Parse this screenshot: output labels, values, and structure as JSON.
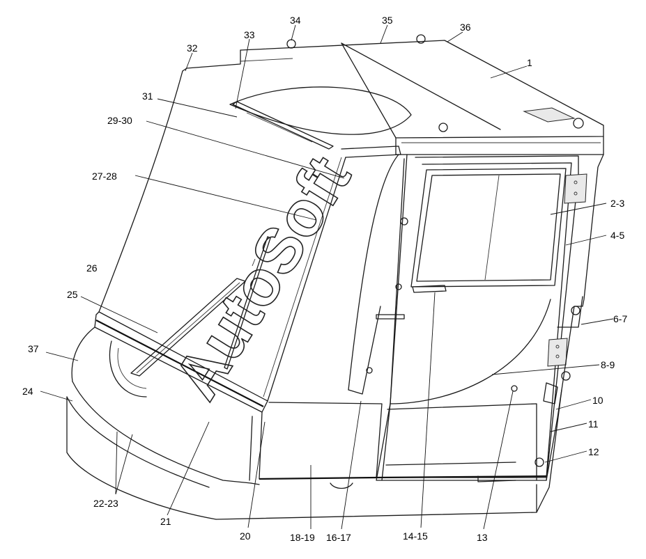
{
  "watermark": "AutoSoft",
  "callouts": [
    {
      "id": "c1",
      "text": "1"
    },
    {
      "id": "c2",
      "text": "2-3"
    },
    {
      "id": "c3",
      "text": "4-5"
    },
    {
      "id": "c4",
      "text": "6-7"
    },
    {
      "id": "c5",
      "text": "8-9"
    },
    {
      "id": "c6",
      "text": "10"
    },
    {
      "id": "c7",
      "text": "11"
    },
    {
      "id": "c8",
      "text": "12"
    },
    {
      "id": "c9",
      "text": "13"
    },
    {
      "id": "c10",
      "text": "14-15"
    },
    {
      "id": "c11",
      "text": "16-17"
    },
    {
      "id": "c12",
      "text": "18-19"
    },
    {
      "id": "c13",
      "text": "20"
    },
    {
      "id": "c14",
      "text": "21"
    },
    {
      "id": "c15",
      "text": "22-23"
    },
    {
      "id": "c16",
      "text": "24"
    },
    {
      "id": "c17",
      "text": "37"
    },
    {
      "id": "c18",
      "text": "25"
    },
    {
      "id": "c19",
      "text": "26"
    },
    {
      "id": "c20",
      "text": "27-28"
    },
    {
      "id": "c21",
      "text": "29-30"
    },
    {
      "id": "c22",
      "text": "31"
    },
    {
      "id": "c23",
      "text": "32"
    },
    {
      "id": "c24",
      "text": "33"
    },
    {
      "id": "c25",
      "text": "34"
    },
    {
      "id": "c26",
      "text": "35"
    },
    {
      "id": "c27",
      "text": "36"
    }
  ]
}
